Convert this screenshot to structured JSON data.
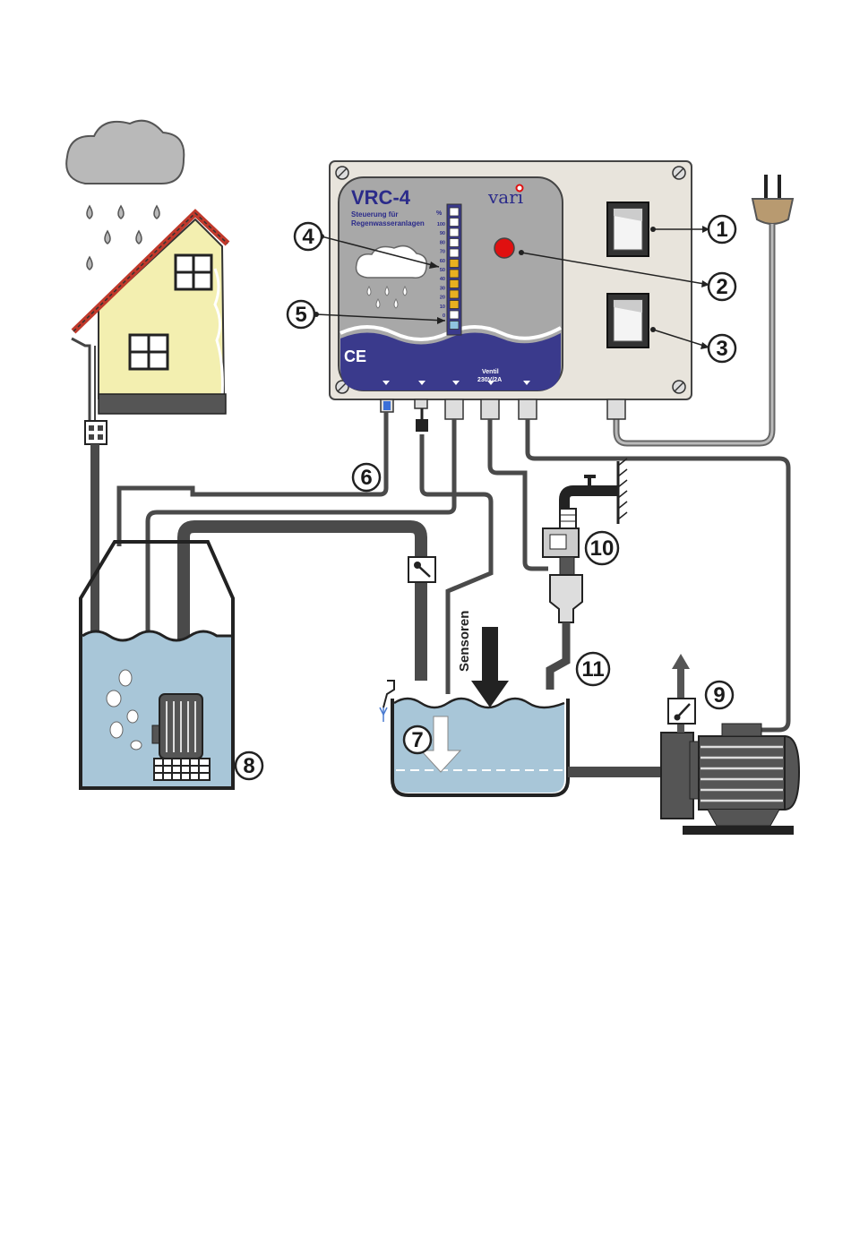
{
  "controller": {
    "model": "VRC-4",
    "subtitle_line1": "Steuerung für",
    "subtitle_line2": "Regenwasseranlagen",
    "brand": "vari",
    "ce_mark": "CE",
    "valve_label_line1": "Ventil",
    "valve_label_line2": "230V/2A",
    "scale_unit": "%",
    "scale_ticks": [
      "100",
      "90",
      "80",
      "70",
      "60",
      "50",
      "40",
      "30",
      "20",
      "10",
      "0"
    ],
    "scale_bottom": "0"
  },
  "sensor_label": "Sensoren",
  "callouts": [
    "1",
    "2",
    "3",
    "4",
    "5",
    "6",
    "7",
    "8",
    "9",
    "10",
    "11"
  ],
  "colors": {
    "panel": "#e8e4dc",
    "face": "#a8a8a8",
    "wave": "#3a3a8c",
    "water": "#a8c6d8",
    "led": "#e01010",
    "hose": "#4a4a4a",
    "house_wall": "#f3efb0",
    "roof": "#c0392b",
    "level_yellow": "#e8b020"
  }
}
